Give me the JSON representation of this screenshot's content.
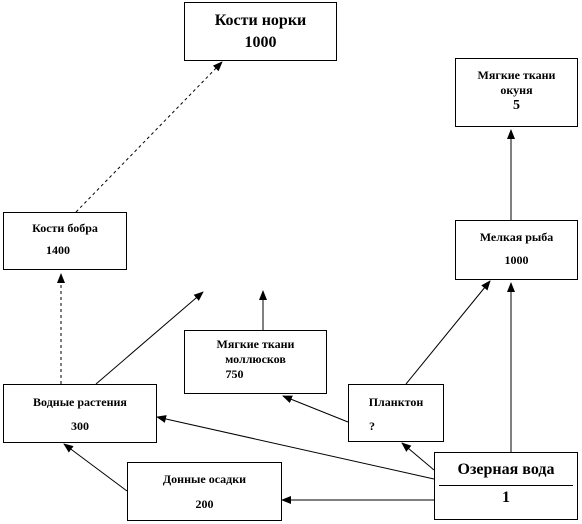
{
  "nodes": {
    "mink": {
      "label": "Кости норки",
      "value": "1000"
    },
    "perch": {
      "label_line1": "Мягкие ткани",
      "label_line2": "окуня",
      "value": "5"
    },
    "beaver": {
      "label": "Кости бобра",
      "value": "1400"
    },
    "small_fish": {
      "label": "Мелкая рыба",
      "value": "1000"
    },
    "mollusks": {
      "label_line1": "Мягкие ткани",
      "label_line2": "моллюсков",
      "value": "750"
    },
    "plants": {
      "label": "Водные растения",
      "value": "300"
    },
    "plankton": {
      "label": "Планктон",
      "value": "?"
    },
    "sediments": {
      "label": "Донные осадки",
      "value": "200"
    },
    "lake_water": {
      "label": "Озерная вода",
      "value": "1"
    }
  },
  "colors": {
    "stroke": "#000000",
    "background": "#ffffff"
  }
}
